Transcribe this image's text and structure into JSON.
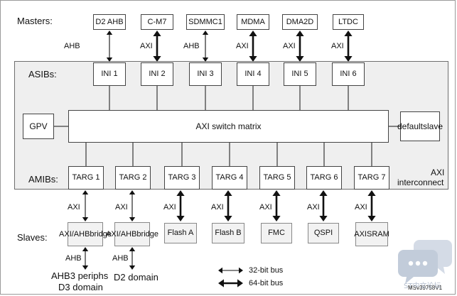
{
  "row_labels": {
    "masters": "Masters:",
    "asibs": "ASIBs:",
    "amibs": "AMIBs:",
    "slaves": "Slaves:"
  },
  "masters": [
    {
      "name": "D2 AHB",
      "bus": "AHB",
      "width": "32-bit"
    },
    {
      "name": "C-M7",
      "bus": "AXI",
      "width": "64-bit"
    },
    {
      "name": "SDMMC1",
      "bus": "AHB",
      "width": "32-bit"
    },
    {
      "name": "MDMA",
      "bus": "AXI",
      "width": "64-bit"
    },
    {
      "name": "DMA2D",
      "bus": "AXI",
      "width": "64-bit"
    },
    {
      "name": "LTDC",
      "bus": "AXI",
      "width": "64-bit"
    }
  ],
  "asibs": [
    "INI 1",
    "INI 2",
    "INI 3",
    "INI 4",
    "INI 5",
    "INI 6"
  ],
  "gpv": "GPV",
  "switch_matrix": "AXI switch matrix",
  "default_slave": [
    "default",
    "slave"
  ],
  "interconnect_label": [
    "AXI",
    "interconnect"
  ],
  "amibs": [
    "TARG 1",
    "TARG 2",
    "TARG 3",
    "TARG 4",
    "TARG 5",
    "TARG 6",
    "TARG 7"
  ],
  "slaves": [
    {
      "lines": [
        "AXI/AHB",
        "bridge"
      ],
      "bus": "AXI",
      "width": "32-bit",
      "below_bus": "AHB",
      "below_label": [
        "AHB3 periphs",
        "D3 domain"
      ]
    },
    {
      "lines": [
        "AXI/AHB",
        "bridge"
      ],
      "bus": "AXI",
      "width": "32-bit",
      "below_bus": "AHB",
      "below_label": [
        "D2 domain"
      ]
    },
    {
      "lines": [
        "Flash A"
      ],
      "bus": "AXI",
      "width": "64-bit"
    },
    {
      "lines": [
        "Flash B"
      ],
      "bus": "AXI",
      "width": "64-bit"
    },
    {
      "lines": [
        "FMC"
      ],
      "bus": "AXI",
      "width": "64-bit"
    },
    {
      "lines": [
        "QSPI"
      ],
      "bus": "AXI",
      "width": "64-bit"
    },
    {
      "lines": [
        "AXI",
        "SRAM"
      ],
      "bus": "AXI",
      "width": "64-bit"
    }
  ],
  "legend": [
    {
      "label": "32-bit bus",
      "width": "32-bit"
    },
    {
      "label": "64-bit bus",
      "width": "64-bit"
    }
  ],
  "figure_id": "MSv39758V1",
  "watermark_text": "ST中文论坛",
  "colors": {
    "frame_fill": "#efefef",
    "border": "#444444",
    "watermark": "#c9d3e0"
  }
}
